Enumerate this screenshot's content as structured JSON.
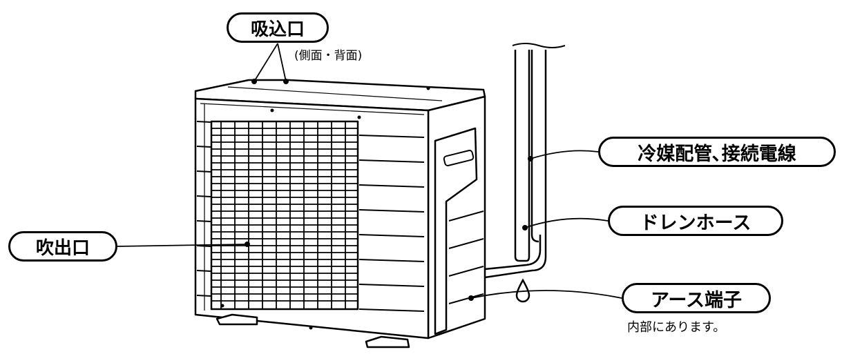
{
  "labels": {
    "intake": "吸込口",
    "intake_note": "(側面・背面)",
    "refrigerant": "冷媒配管､接続電線",
    "drain": "ドレンホース",
    "outlet": "吹出口",
    "earth": "アース端子",
    "earth_note": "内部にあります。"
  },
  "colors": {
    "line": "#000000",
    "background": "#ffffff"
  }
}
